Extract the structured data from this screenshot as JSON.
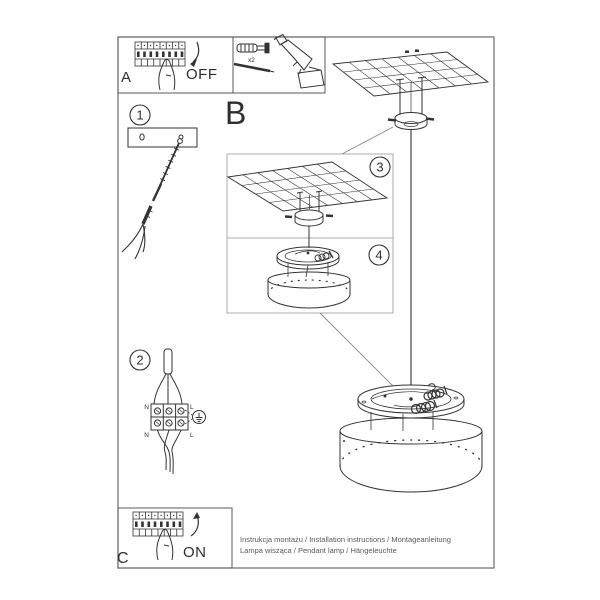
{
  "figure": {
    "title_hidden": "",
    "panel_a": {
      "label": "A",
      "switch_state": "OFF"
    },
    "panel_b": {
      "label": "B"
    },
    "panel_c": {
      "label": "C",
      "switch_state": "ON"
    },
    "tools": {
      "anchor_qty": "x2"
    },
    "steps": [
      {
        "number": "1"
      },
      {
        "number": "2"
      },
      {
        "number": "3"
      },
      {
        "number": "4"
      }
    ],
    "wiring": {
      "top_left": "N",
      "top_right": "L",
      "bottom_left": "N",
      "bottom_right": "L"
    },
    "footer": {
      "line1": "Instrukcja montażu / Installation instructions / Montageanleitung",
      "line2": "Lampa wisząca / Pendant lamp / Hängeleuchte"
    },
    "icons": {
      "breaker_panel": "circuit-breaker-strip",
      "pointing_hand": "hand-pressing-switch",
      "off_arrow": "curved-arrow-down",
      "on_arrow": "curved-arrow-up",
      "wall_anchor": "expansion-plug",
      "screw": "mounting-screw",
      "drill": "cordless-drill",
      "ground": "earth-ground-symbol",
      "ceiling_panel": "suspended-ceiling-grid",
      "canopy": "ceiling-canopy-cup",
      "lamp": "drum-pendant-lamp"
    },
    "colors": {
      "line": "#333333",
      "border": "#666666",
      "light_border": "#aaaaaa",
      "muted_text": "#595959",
      "background": "#ffffff"
    }
  }
}
